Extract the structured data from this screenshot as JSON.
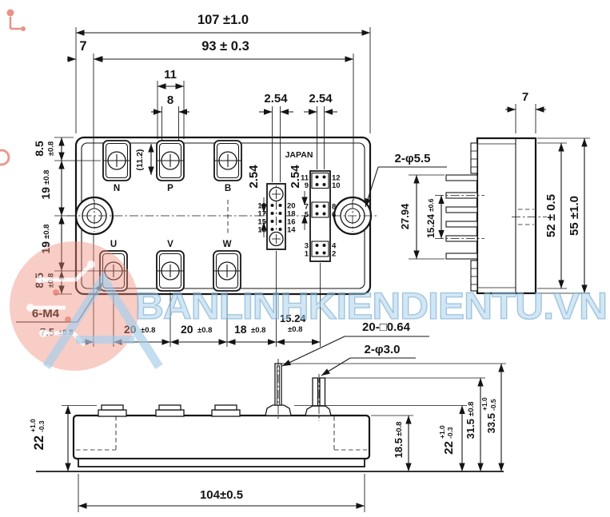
{
  "watermark": {
    "text": "BANLINHKIENDIENTU.VN",
    "accent_blue": "#a8cfe9",
    "accent_red": "#ef8a7a"
  },
  "top_view": {
    "origin": "JAPAN",
    "terminals_top": [
      "N",
      "P",
      "B"
    ],
    "terminals_bottom": [
      "U",
      "V",
      "W"
    ],
    "c1_left": [
      "19",
      "17",
      "15",
      "13"
    ],
    "c1_right": [
      "20",
      "18",
      "16",
      "14"
    ],
    "c2_left": [
      "11",
      "9",
      "7",
      "5",
      "3",
      "1"
    ],
    "c2_right": [
      "12",
      "10",
      "8",
      "6",
      "4",
      "2"
    ]
  },
  "dims": {
    "overall_width": "107 ±1.0",
    "hole_span": "93 ± 0.3",
    "edge_to_hole": "7",
    "term_outer": "11",
    "term_inner": "8",
    "pitch_top_a": "2.54",
    "pitch_top_b": "2.54",
    "pitch_side_a": "2.54",
    "pitch_side_b": "2.54",
    "term_depth": "(11.2)",
    "row_top": "8.5",
    "row_top_tol": "±0.8",
    "row_upper": "19",
    "row_upper_tol": "±0.8",
    "row_lower": "19",
    "row_lower_tol": "±0.8",
    "row_bot": "8.5",
    "row_bot_tol": "±0.8",
    "screw_note": "6-M4",
    "hole_to_u": "7.5",
    "hole_to_u_tol": "±0.8",
    "u_to_v": "20",
    "u_to_v_tol": "±0.8",
    "v_to_w": "20",
    "v_to_w_tol": "±0.8",
    "w_to_c1": "18",
    "w_to_c1_tol": "±0.8",
    "c1_to_c2": "15.24",
    "c1_to_c2_tol": "±0.8",
    "mount_hole_note": "2-φ5.5",
    "pin_span": "27.94",
    "guide_span": "15.24",
    "guide_span_tol": "±0.6",
    "body_height": "52 ± 0.5",
    "total_height": "55 ±1.0",
    "flange_depth": "7",
    "pin_note": "20-□0.64",
    "guide_pin_note": "2-φ3.0",
    "base_length": "104±0.5",
    "front_left_h": "22",
    "front_left_tol_p": "+1.0",
    "front_left_tol_m": "-0.3",
    "case_top_h": "18.5",
    "case_top_tol": "±0.8",
    "bump_h": "22",
    "bump_tol_p": "+1.0",
    "bump_tol_m": "-0.3",
    "pin_h": "31.5",
    "pin_h_tol": "±0.8",
    "guide_h": "33.5",
    "guide_h_tol_p": "+1.0",
    "guide_h_tol_m": "-0.5"
  }
}
